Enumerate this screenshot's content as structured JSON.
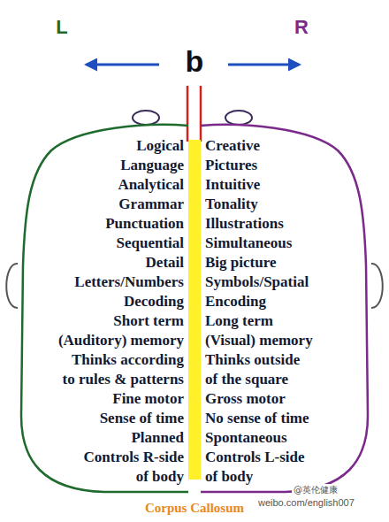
{
  "diagram": {
    "nodes": [
      {
        "text": [
          "Logical",
          "Language",
          "Analytical",
          "Grammar",
          "Punctuation",
          "Sequential",
          "Detail",
          "Letters/Numbers",
          "Decoding",
          "Short term (Auditory) memory",
          "Thinks according to rules & patterns",
          "Fine motor",
          "Sense of time",
          "Planned",
          "Controls R-side of body"
        ]
      },
      {
        "text": [
          "Creative",
          "Pictures",
          "Intuitive",
          "Tonality",
          "Illustrations",
          "Simultaneous",
          "Big picture",
          "Symbols/Spatial",
          "Encoding",
          "Long term (Visual) memory",
          "Thinks outside of the square",
          "Gross motor",
          "No sense of time",
          "Spontaneous",
          "Controls L-side of body"
        ]
      }
    ],
    "labels": [
      "L",
      "R",
      "b",
      "Corpus Callosum",
      "@英伦健康",
      "weibo.com/english007"
    ]
  }
}
